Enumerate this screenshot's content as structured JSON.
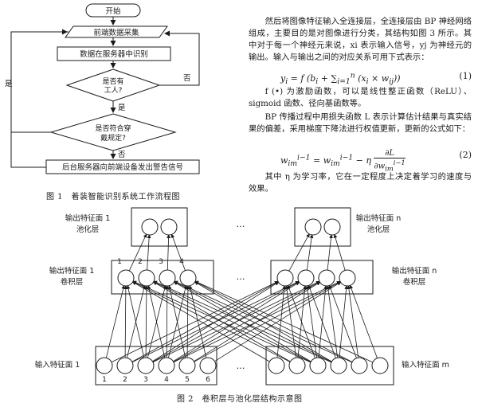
{
  "flowchart": {
    "start": "开始",
    "collect": "前端数据采集",
    "identify": "数据在服务器中识别",
    "has_worker": "是否有工人?",
    "conform": "是否符合穿戴规定?",
    "alarm": "后台服务器向前端设备发出警告信号",
    "yes_left": "是",
    "no_right": "否",
    "yes_down": "是",
    "no_down": "否"
  },
  "text": {
    "para1": "然后将图像特征输入全连接层，全连接层由 BP 神经网络组成，主要目的是对图像进行分类，其结构如图 3 所示。其中对于每一个神经元来说，xi 表示输入信号，yj 为神经元的输出。输入与输出之间的对应关系可用下式表示：",
    "eq1": "yi = f (bi + ∑i=1n (xi × wij))",
    "eq1_num": "(1)",
    "para2": "f (•) 为激励函数，可以是线性整正函数（ReLU）、sigmoid 函数、径向基函数等。",
    "para3": "BP 传播过程中用损失函数 L 表示计算估计结果与真实结果的偏差，采用梯度下降法进行权值更新，更新的公式如下：",
    "eq2": "wimi−1 = wimi−1 − η ∂L/∂wimi−1",
    "eq2_num": "(2)",
    "para4": "其中 η 为学习率，它在一定程度上决定着学习的速度与效果。"
  },
  "captions": {
    "fig1": "图 1　着装智能识别系统工作流程图",
    "fig2": "图 2　卷积层与池化层结构示意图"
  },
  "diagram": {
    "pool1": "输出特征面 1",
    "pool1b": "池化层",
    "pooln": "输出特征面 n",
    "poolnb": "池化层",
    "conv1": "输出特征面 1",
    "conv1b": "卷积层",
    "convn": "输出特征面 n",
    "convnb": "卷积层",
    "in1": "输入特征面 1",
    "inm": "输入特征面 m",
    "dots": "…",
    "conv_nums": [
      "1",
      "2",
      "3",
      "4"
    ],
    "in_nums": [
      "1",
      "2",
      "3",
      "4",
      "5",
      "6"
    ]
  }
}
